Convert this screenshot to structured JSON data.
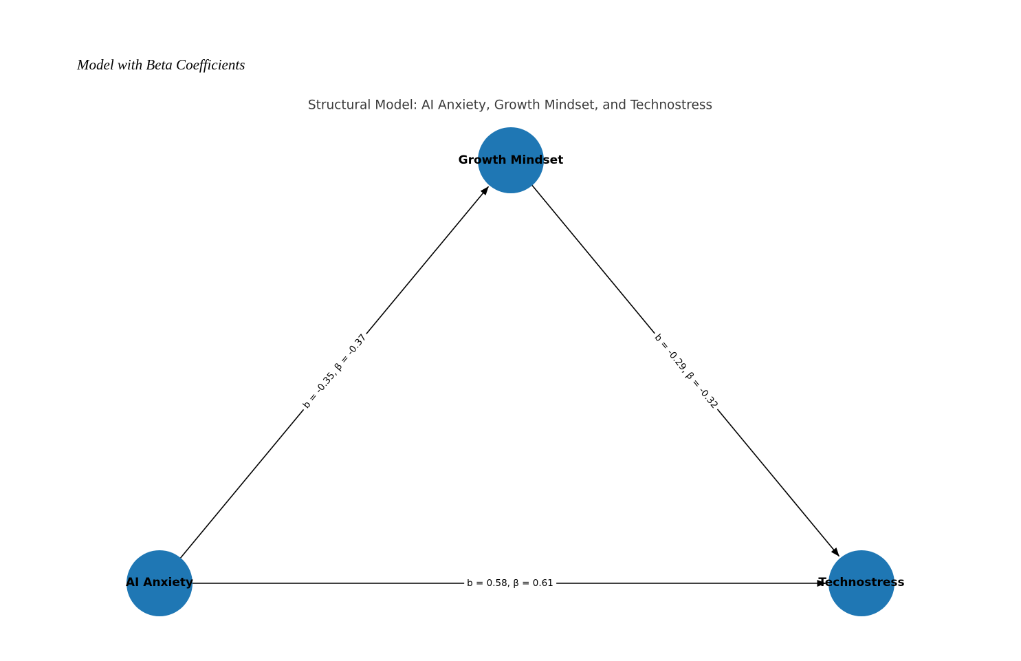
{
  "page": {
    "heading": "Model with Beta Coefficients"
  },
  "chart": {
    "title": "Structural Model: AI Anxiety, Growth Mindset, and Technostress",
    "background": "#ffffff"
  },
  "diagram": {
    "type": "path-diagram",
    "node_color": "#1f77b4",
    "edge_color": "#000000",
    "nodes": [
      {
        "id": "growth-mindset",
        "label": "Growth Mindset"
      },
      {
        "id": "ai-anxiety",
        "label": "AI Anxiety"
      },
      {
        "id": "technostress",
        "label": "Technostress"
      }
    ],
    "edges": [
      {
        "from": "AI Anxiety",
        "to": "Growth Mindset",
        "label": "b = -0.35, β = -0.37",
        "b": -0.35,
        "beta": -0.37
      },
      {
        "from": "Growth Mindset",
        "to": "Technostress",
        "label": "b = -0.29, β = -0.32",
        "b": -0.29,
        "beta": -0.32
      },
      {
        "from": "AI Anxiety",
        "to": "Technostress",
        "label": "b = 0.58, β = 0.61",
        "b": 0.58,
        "beta": 0.61
      }
    ]
  }
}
